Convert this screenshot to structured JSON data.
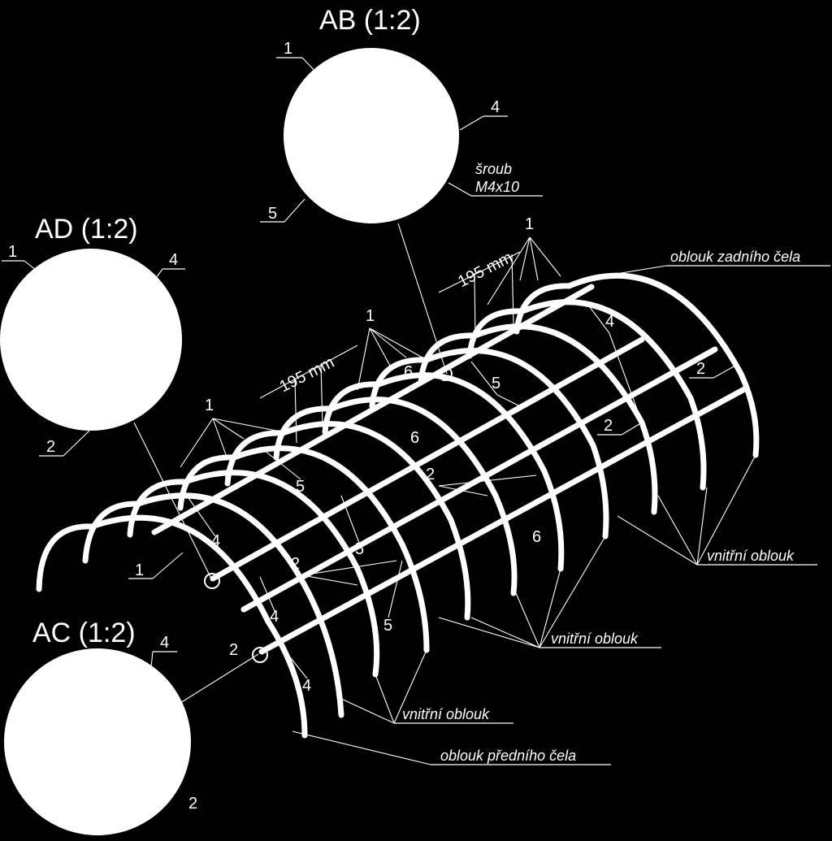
{
  "details": {
    "ab": {
      "title": "AB (1:2)",
      "part_1": "1",
      "part_4": "4",
      "part_5": "5",
      "screw_line1": "šroub",
      "screw_line2": "M4x10"
    },
    "ad": {
      "title": "AD (1:2)",
      "part_1": "1",
      "part_4": "4",
      "part_2": "2"
    },
    "ac": {
      "title": "AC (1:2)",
      "part_4": "4",
      "part_2": "2"
    }
  },
  "dimensions": {
    "spacing_1": "195 mm",
    "spacing_2": "195 mm"
  },
  "labels": {
    "back_arc": "oblouk zadního čela",
    "front_arc": "oblouk předního čela",
    "inner_arc_1": "vnitřní oblouk",
    "inner_arc_2": "vnitřní oblouk",
    "inner_arc_3": "vnitřní oblouk"
  },
  "parts": {
    "p1_a": "1",
    "p1_b": "1",
    "p1_c": "1",
    "p1_d": "1",
    "p2_a": "2",
    "p2_b": "2",
    "p2_c": "2",
    "p2_d": "2",
    "p2_e": "2",
    "p4_a": "4",
    "p4_b": "4",
    "p4_c": "4",
    "p4_d": "4",
    "p5_a": "5",
    "p5_b": "5",
    "p5_c": "5",
    "p5_d": "5",
    "p6_a": "6",
    "p6_b": "6",
    "p6_c": "6"
  },
  "colors": {
    "background": "#000000",
    "lines": "#ffffff"
  }
}
